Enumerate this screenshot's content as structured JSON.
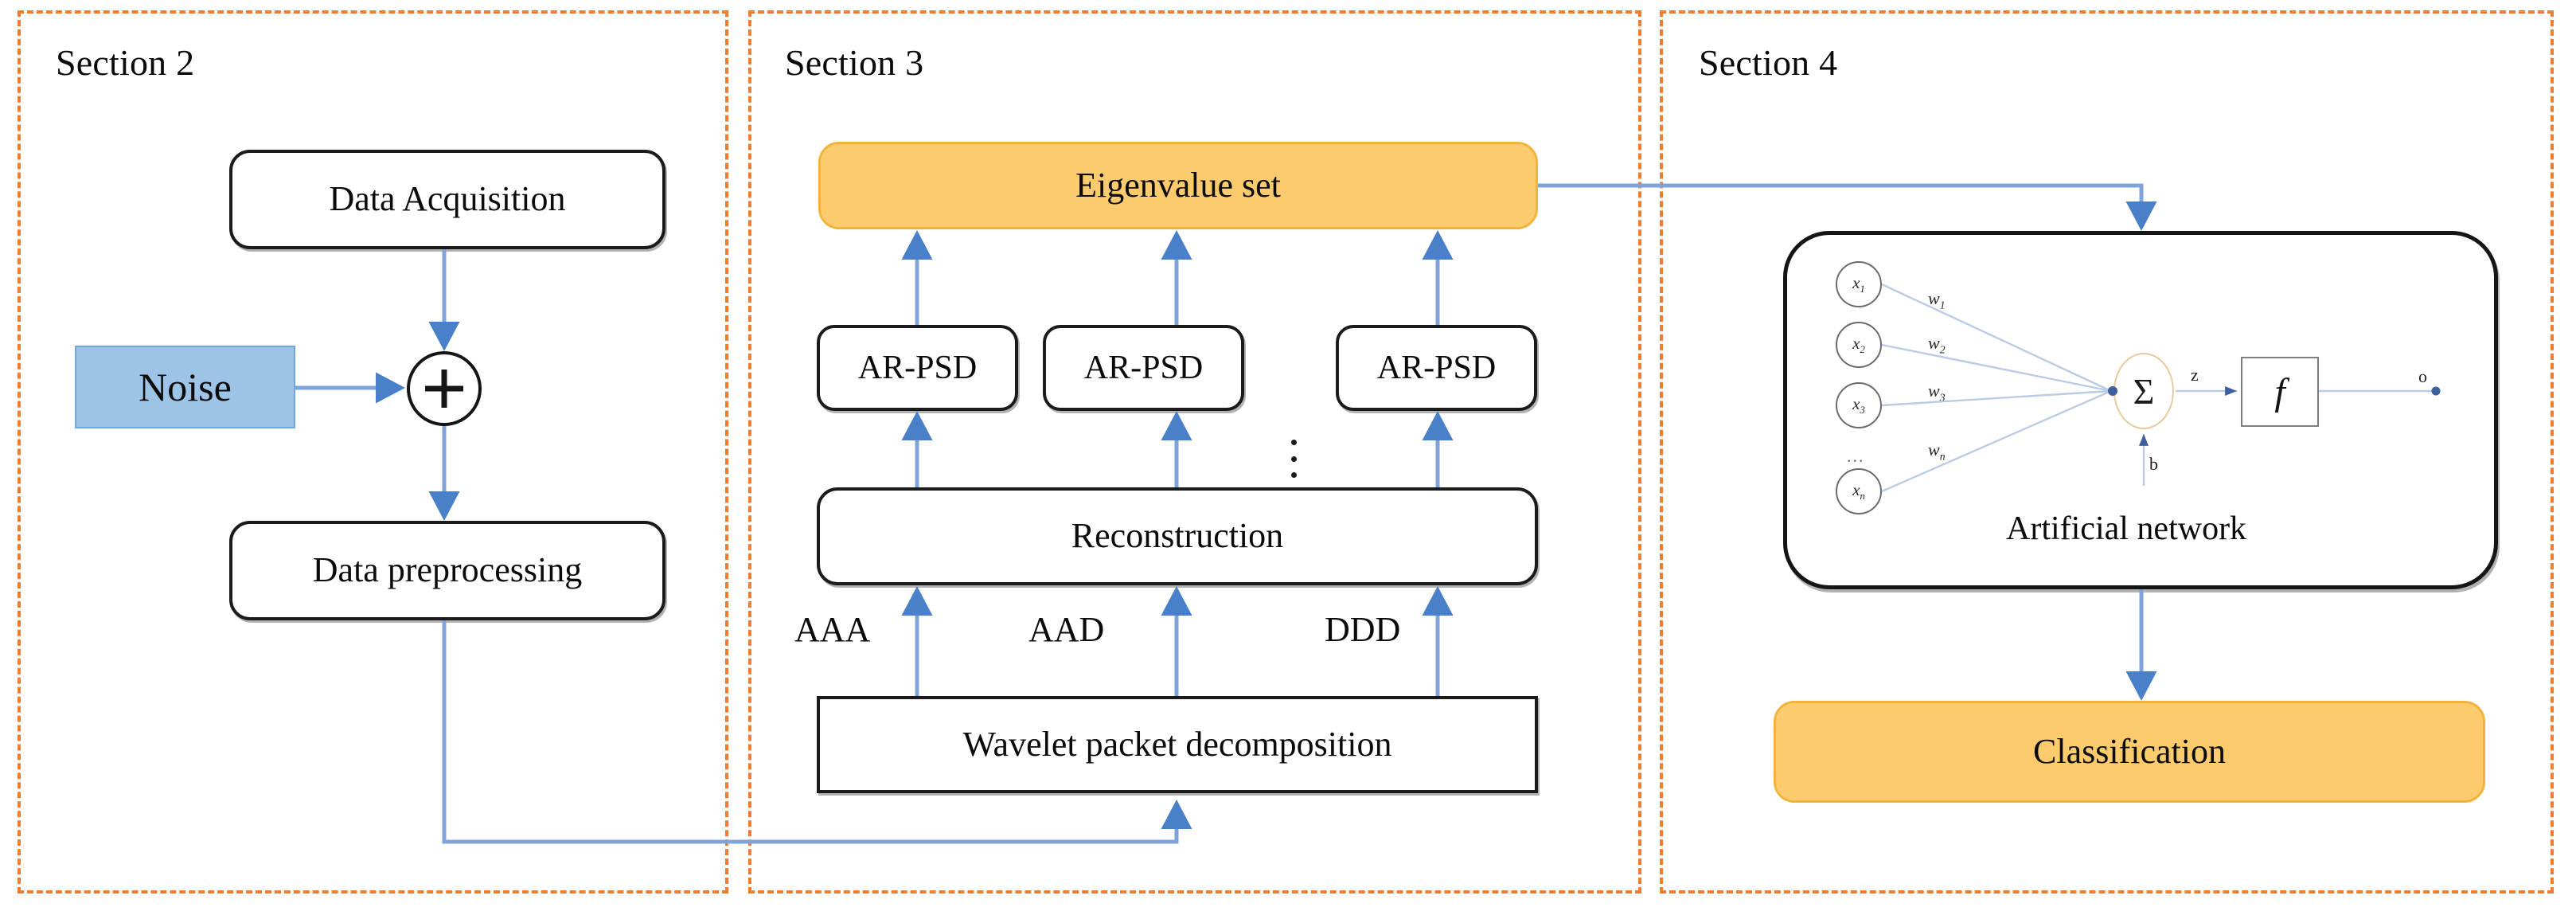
{
  "palette": {
    "section_border": "#ED7D31",
    "accent_fill": "#FBCB6E",
    "accent_border": "#F2B33C",
    "noise_fill": "#9DC3E6",
    "noise_border": "#6FA8DC",
    "arrow_blue": "#5B8FD4",
    "node_border": "#1B1B1B",
    "background": "#FFFFFF"
  },
  "sections": [
    {
      "id": "section-2",
      "label": "Section 2"
    },
    {
      "id": "section-3",
      "label": "Section 3"
    },
    {
      "id": "section-4",
      "label": "Section 4"
    }
  ],
  "section2": {
    "data_acquisition": "Data Acquisition",
    "noise": "Noise",
    "adder": "+",
    "data_preprocessing": "Data preprocessing"
  },
  "section3": {
    "eigenvalue_set": "Eigenvalue set",
    "ar_psd_blocks": [
      "AR-PSD",
      "AR-PSD",
      "AR-PSD"
    ],
    "ellipsis": "⋮",
    "reconstruction": "Reconstruction",
    "band_labels": [
      "AAA",
      "AAD",
      "DDD"
    ],
    "wavelet_packet_decomposition": "Wavelet packet decomposition"
  },
  "section4": {
    "network_caption": "Artificial network",
    "classification": "Classification",
    "inputs": [
      "x1",
      "x2",
      "x3",
      "xn"
    ],
    "input_glyphs": [
      "x",
      "x",
      "x",
      "x"
    ],
    "input_subs": [
      "1",
      "2",
      "3",
      "n"
    ],
    "weight_glyphs": [
      "w",
      "w",
      "w",
      "w"
    ],
    "weight_subs": [
      "1",
      "2",
      "3",
      "n"
    ],
    "input_ellipsis": "...",
    "sum_symbol": "Σ",
    "activation_symbol": "f",
    "pre_activation_label": "z",
    "bias_label": "b",
    "output_label": "o"
  }
}
